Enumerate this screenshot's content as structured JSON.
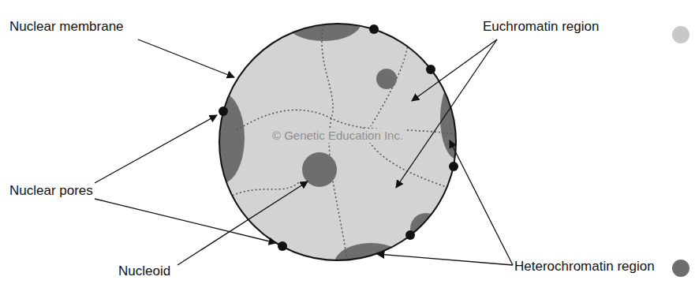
{
  "diagram": {
    "labels": [
      "Nuclear membrane",
      "Nuclear pores",
      "Nucleoid",
      "© Genetic Education Inc."
    ],
    "legend": [
      {
        "text": "Euchromatin region",
        "color": "#c8c8c8"
      },
      {
        "text": "Heterochromatin region",
        "color": "#6e6e6e"
      }
    ]
  }
}
